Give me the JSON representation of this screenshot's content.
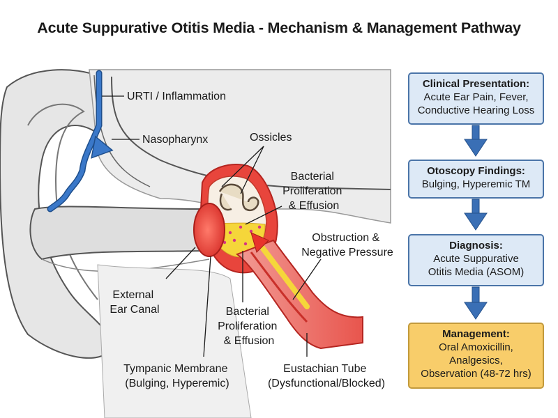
{
  "title": "Acute Suppurative Otitis Media - Mechanism & Management Pathway",
  "labels": {
    "urti": "URTI / Inflammation",
    "nasopharynx": "Nasopharynx",
    "ossicles": "Ossicles",
    "bact_upper": [
      "Bacterial",
      "Proliferation",
      "& Effusion"
    ],
    "obstruction": [
      "Obstruction &",
      "Negative Pressure"
    ],
    "canal": [
      "External",
      "Ear Canal"
    ],
    "bact_lower": [
      "Bacterial",
      "Proliferation",
      "& Effusion"
    ],
    "tympanic": [
      "Tympanic Membrane",
      "(Bulging, Hyperemic)"
    ],
    "eustachian": [
      "Eustachian Tube",
      "(Dysfunctional/Blocked)"
    ]
  },
  "flowchart": [
    {
      "heading": "Clinical Presentation:",
      "lines": [
        "Acute Ear Pain, Fever,",
        "Conductive Hearing Loss"
      ]
    },
    {
      "heading": "Otoscopy Findings:",
      "lines": [
        "Bulging, Hyperemic TM"
      ]
    },
    {
      "heading": "Diagnosis:",
      "lines": [
        "Acute Suppurative",
        "Otitis Media (ASOM)"
      ]
    },
    {
      "heading": "Management:",
      "lines": [
        "Oral Amoxicillin,",
        "Analgesics,",
        "Observation (48-72 hrs)"
      ]
    }
  ],
  "colors": {
    "box_fill": "#dde9f6",
    "box_border": "#4a74a8",
    "management_fill": "#f8cd6a",
    "arrow": "#3a6fb5",
    "inflammation_red": "#e0332c",
    "effusion_yellow": "#f5d63a",
    "urti_path": "#3a78c9"
  }
}
